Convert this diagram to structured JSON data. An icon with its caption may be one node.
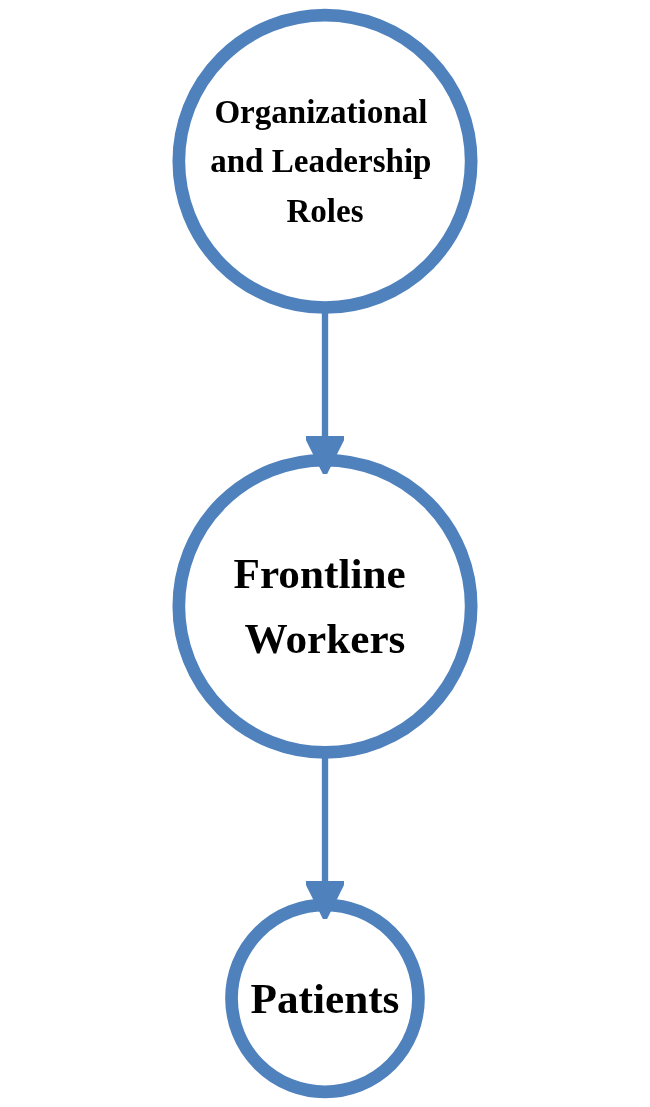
{
  "diagram": {
    "nodes": [
      {
        "text": [
          "Organizational and Leadership Roles"
        ]
      },
      {
        "text": [
          "Frontline Workers"
        ]
      },
      {
        "text": [
          "Patients"
        ]
      }
    ],
    "edges": [
      {
        "from": 0,
        "to": 1,
        "arrow": "to"
      },
      {
        "from": 1,
        "to": 2,
        "arrow": "to"
      }
    ]
  }
}
